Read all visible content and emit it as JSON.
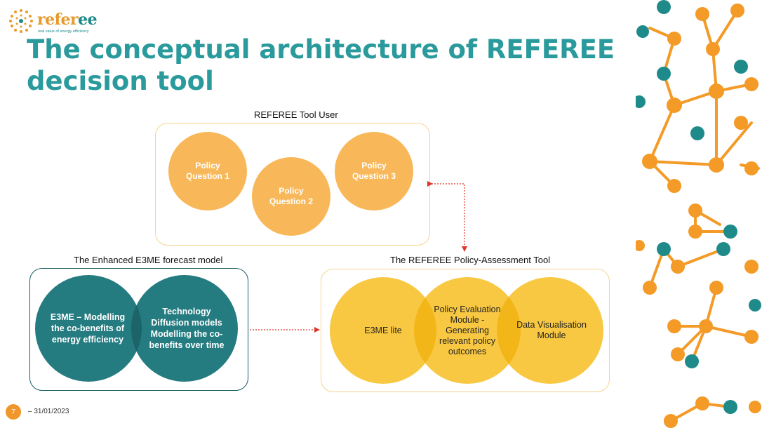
{
  "brand": {
    "name_part1": "refer",
    "name_part2": "ee",
    "tagline": "real value of energy efficiency"
  },
  "title": "The conceptual architecture of REFEREE decision tool",
  "user_section": {
    "label": "REFEREE Tool User",
    "questions": [
      "Policy Question 1",
      "Policy Question 2",
      "Policy Question 3"
    ]
  },
  "e3me_section": {
    "label": "The Enhanced E3ME forecast model",
    "left": "E3ME – Modelling the co-benefits of energy efficiency",
    "right": "Technology Diffusion models Modelling the co-benefits over time"
  },
  "pat_section": {
    "label": "The REFEREE Policy-Assessment Tool",
    "modules": [
      "E3ME lite",
      "Policy Evaluation Module - Generating relevant policy outcomes",
      "Data Visualisation Module"
    ]
  },
  "footer": {
    "page": "7",
    "date": "– 31/01/2023"
  },
  "colors": {
    "teal": "#247b80",
    "title": "#2a9a9c",
    "orange": "#f39a27",
    "light_orange": "#f8b85a",
    "yellow": "#f9c842",
    "arrow": "#e0352b"
  }
}
